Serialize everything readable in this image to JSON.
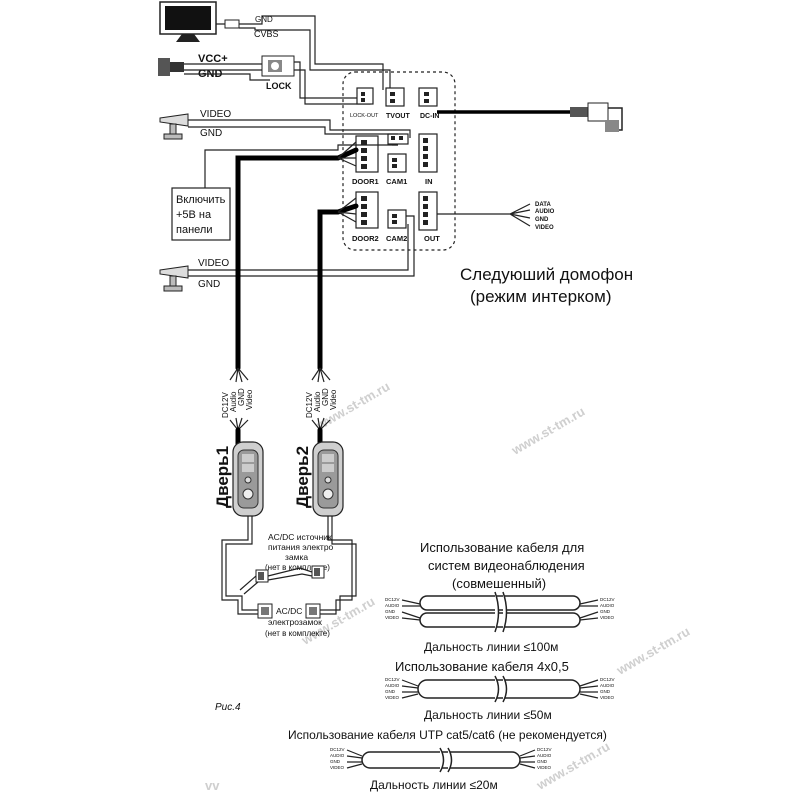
{
  "figure_label": "Рис.4",
  "intercom_title_line1": "Следуюший домофон",
  "intercom_title_line2": "(режим интерком)",
  "monitor": {
    "gnd": "GND",
    "cvbs": "CVBS"
  },
  "power": {
    "vcc": "VCC+",
    "gnd": "GND",
    "lock": "LOCK"
  },
  "camera1": {
    "video": "VIDEO",
    "gnd": "GND"
  },
  "camera2": {
    "video": "VIDEO",
    "gnd": "GND"
  },
  "switch_note": [
    "Включить",
    "+5В на",
    "панели"
  ],
  "panel_ports": {
    "lock_out": "LOCK-OUT",
    "tvout": "TVOUT",
    "dc_in": "DC-IN",
    "door1": "DOOR1",
    "cam1": "CAM1",
    "in": "IN",
    "door2": "DOOR2",
    "cam2": "CAM2",
    "out": "OUT"
  },
  "out_wires": [
    "DATA",
    "AUDIO",
    "GND",
    "VIDEO"
  ],
  "door_wires": [
    "DC12V",
    "Audio",
    "GND",
    "Video"
  ],
  "door1_label": "Дверь1",
  "door2_label": "Дверь2",
  "psu_note": [
    "AC/DC источник",
    "питания электро",
    "замка",
    "(нет в комплекте)"
  ],
  "lock_note": [
    "AC/DC",
    "электрозамок",
    "(нет в комплекте)"
  ],
  "cable_sections": [
    {
      "title_lines": [
        "Использование кабеля для",
        "систем видеонаблюдения",
        "(совмешенный)"
      ],
      "distance": "Дальность линии ≤100м"
    },
    {
      "title_lines": [
        "Использование кабеля 4х0,5"
      ],
      "distance": "Дальность линии ≤50м"
    },
    {
      "title_lines": [
        "Использование кабеля UTP cat5/cat6 (не рекомендуется)"
      ],
      "distance": "Дальность линии ≤20м"
    }
  ],
  "cable_end_labels": [
    "DC12V",
    "AUDIO",
    "GND",
    "VIDEO"
  ],
  "watermark": "www.st-tm.ru",
  "colors": {
    "ink": "#111111",
    "watermark": "#cfcfcf",
    "panel_face": "#9a9a9a"
  }
}
